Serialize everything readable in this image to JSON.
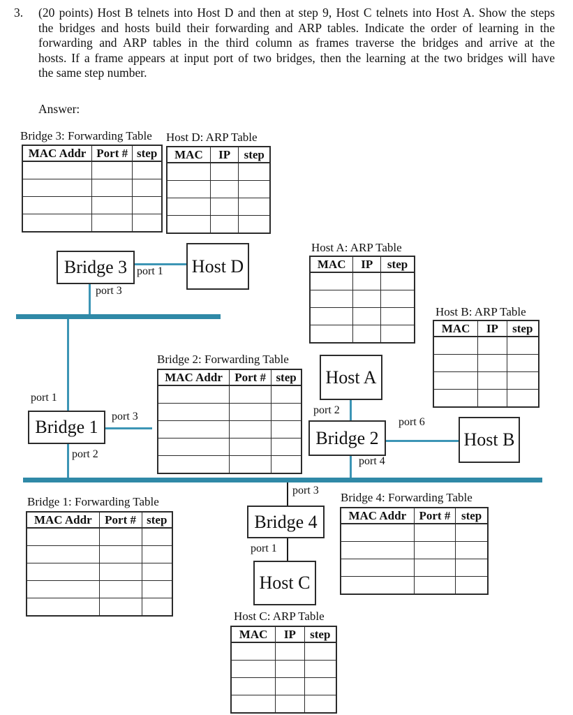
{
  "question": {
    "number": "3.",
    "lines": [
      "(20 points) Host B telnets into Host D and then at step 9, Host C telnets into Host A. Show the steps",
      "the bridges and hosts build their forwarding and ARP tables. Indicate the order of learning in the",
      "forwarding and ARP tables in the third column as frames traverse the bridges and arrive at the",
      "hosts. If a frame appears at input port of two bridges, then the learning at the two bridges will have",
      "the same step number."
    ],
    "answer_label": "Answer:"
  },
  "colors": {
    "bus": "#2F89A7",
    "link": "#3C95B5",
    "connector": "#1a1a1a"
  },
  "tables": [
    {
      "title": "Bridge 3: Forwarding Table",
      "headers": [
        "MAC Addr",
        "Port #",
        "step"
      ],
      "rows": 4
    },
    {
      "title": "Host D: ARP Table",
      "headers": [
        "MAC",
        "IP",
        "step"
      ],
      "rows": 4
    },
    {
      "title": "Host A: ARP Table",
      "headers": [
        "MAC",
        "IP",
        "step"
      ],
      "rows": 4
    },
    {
      "title": "Host B: ARP Table",
      "headers": [
        "MAC",
        "IP",
        "step"
      ],
      "rows": 4
    },
    {
      "title": "Bridge 2: Forwarding Table",
      "headers": [
        "MAC Addr",
        "Port #",
        "step"
      ],
      "rows": 5
    },
    {
      "title": "Bridge 1: Forwarding Table",
      "headers": [
        "MAC Addr",
        "Port #",
        "step"
      ],
      "rows": 5
    },
    {
      "title": "Bridge 4: Forwarding Table",
      "headers": [
        "MAC Addr",
        "Port #",
        "step"
      ],
      "rows": 4
    },
    {
      "title": "Host C: ARP Table",
      "headers": [
        "MAC",
        "IP",
        "step"
      ],
      "rows": 4
    }
  ],
  "nodes": [
    {
      "label": "Bridge 3"
    },
    {
      "label": "Host D"
    },
    {
      "label": "Bridge 1"
    },
    {
      "label": "Host A"
    },
    {
      "label": "Bridge 2"
    },
    {
      "label": "Host B"
    },
    {
      "label": "Bridge 4"
    },
    {
      "label": "Host C"
    }
  ],
  "port_labels": [
    {
      "near": "bridge3-to-hostd-link",
      "label": "port 1"
    },
    {
      "near": "bridge3-to-upper-bus",
      "label": "port 3"
    },
    {
      "near": "bridge1-to-upper-bus",
      "label": "port 1"
    },
    {
      "near": "bridge1-right-stub",
      "label": "port 3"
    },
    {
      "near": "bridge1-to-lower-bus",
      "label": "port 2"
    },
    {
      "near": "bridge2-to-hosta",
      "label": "port 2"
    },
    {
      "near": "bridge2-to-hostb",
      "label": "port 6"
    },
    {
      "near": "bridge2-to-lower-bus",
      "label": "port 4"
    },
    {
      "near": "bridge4-to-lower-bus",
      "label": "port 3"
    },
    {
      "near": "bridge4-to-hostc",
      "label": "port 1"
    }
  ]
}
